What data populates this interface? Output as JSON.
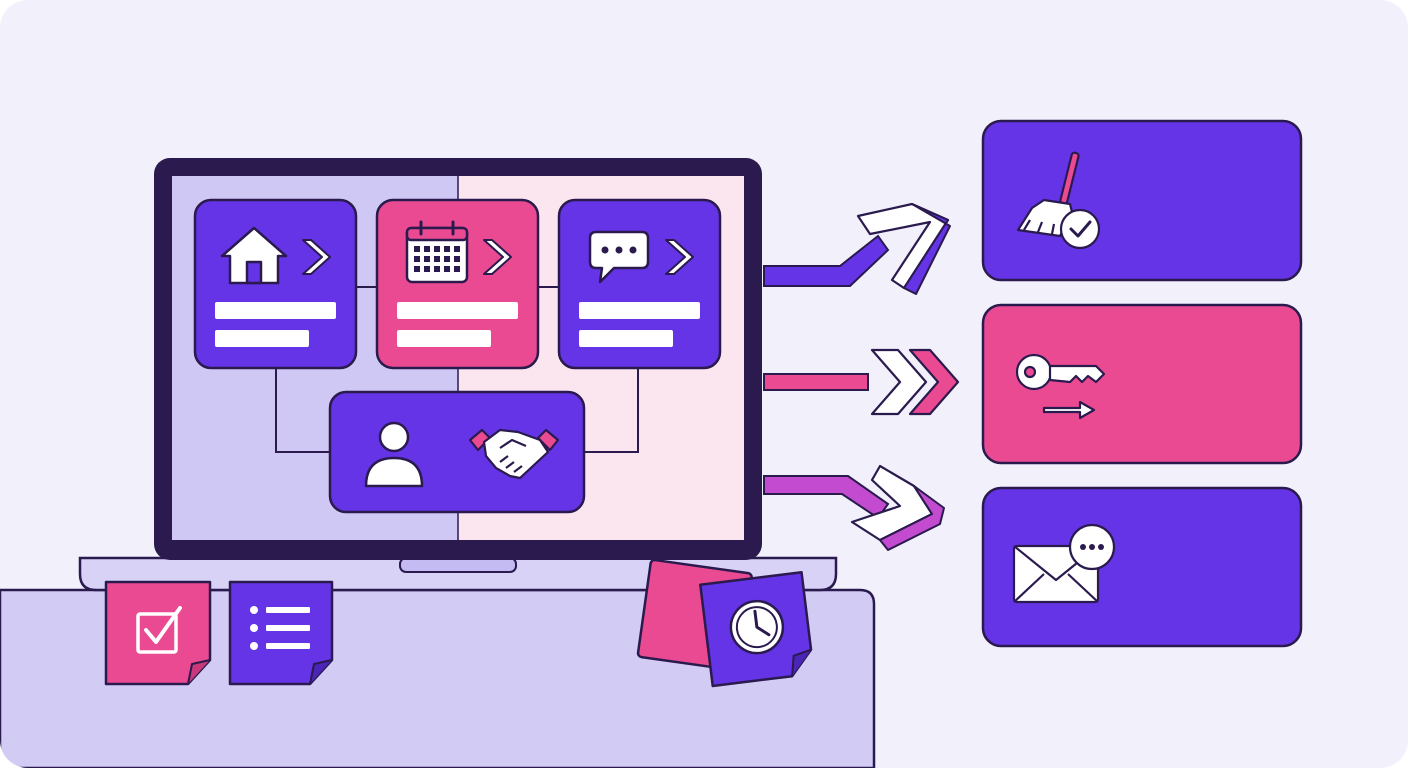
{
  "colors": {
    "background": "#f1f0fb",
    "purple": "#6434e6",
    "pink": "#ea4a91",
    "outline": "#2a1a4e",
    "screen_left": "#cfc8f5",
    "screen_right": "#fbe5ef",
    "desk": "#d2ccf5",
    "card_text_bar": "#ffffff"
  },
  "screen": {
    "flow_cards": [
      {
        "icon": "home-icon",
        "chevron": "chevron-right-icon",
        "color": "purple"
      },
      {
        "icon": "calendar-icon",
        "chevron": "chevron-right-icon",
        "color": "pink"
      },
      {
        "icon": "chat-bubble-icon",
        "chevron": "chevron-right-icon",
        "color": "purple"
      }
    ],
    "hub_card": {
      "icons": [
        "user-icon",
        "handshake-icon"
      ]
    }
  },
  "arrows": [
    "arrow-up-right-icon",
    "arrow-right-icon",
    "arrow-down-right-icon"
  ],
  "outcome_cards": [
    {
      "icon": "broom-check-icon",
      "color": "purple"
    },
    {
      "icon": "key-handover-icon",
      "color": "pink"
    },
    {
      "icon": "mail-message-icon",
      "color": "purple"
    }
  ],
  "desk_notes": [
    "checkbox-icon",
    "list-icon",
    "clock-icon"
  ]
}
